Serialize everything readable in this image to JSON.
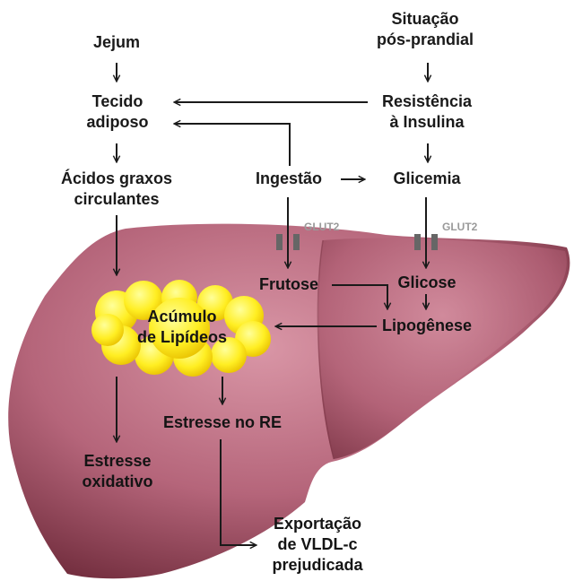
{
  "nodes": {
    "pos_prandial": "Situação\npós-prandial",
    "jejum": "Jejum",
    "tecido_adiposo": "Tecido\nadiposo",
    "resistencia_insulina": "Resistência\nà Insulina",
    "acidos_graxos": "Ácidos graxos\ncirculantes",
    "ingestao": "Ingestão",
    "glicemia": "Glicemia",
    "frutose": "Frutose",
    "glicose": "Glicose",
    "acumulo_lipideos": "Acúmulo\nde Lipídeos",
    "lipogenese": "Lipogênese",
    "estresse_re": "Estresse no RE",
    "estresse_oxidativo": "Estresse\noxidativo",
    "exportacao_vldl": "Exportação\nde VLDL-c\nprejudicada"
  },
  "transporters": {
    "glut2_left": "GLUT2",
    "glut2_right": "GLUT2"
  },
  "colors": {
    "liver_light": "#c97a8c",
    "liver_dark": "#6e2a3a",
    "lipid_yellow": "#ffee22",
    "arrow": "#1a1a1a",
    "transporter": "#666666"
  }
}
